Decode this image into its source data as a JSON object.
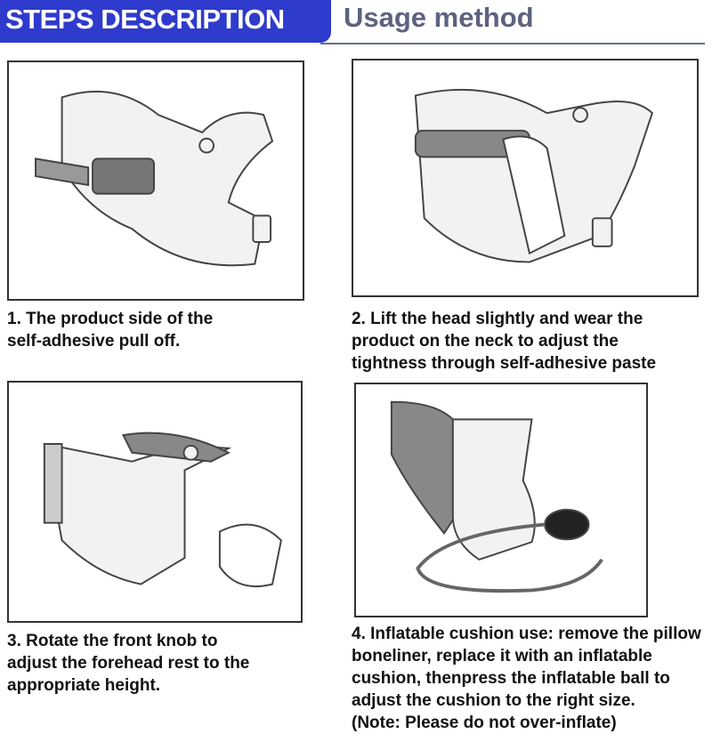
{
  "header": {
    "title": "STEPS DESCRIPTION",
    "subtitle": "Usage method"
  },
  "steps": [
    {
      "caption": [
        "1. The product side of the",
        "self-adhesive pull off."
      ]
    },
    {
      "caption": [
        "2. Lift the head slightly and wear the",
        "product on the neck to adjust the",
        "tightness through self-adhesive paste"
      ]
    },
    {
      "caption": [
        "3. Rotate the front knob to",
        "adjust the forehead rest to the",
        "appropriate height."
      ]
    },
    {
      "caption": [
        "4. Inflatable cushion use: remove the pillow",
        "boneliner, replace it with an inflatable",
        "cushion, thenpress the inflatable ball to",
        "adjust the cushion to the right size.",
        "(Note: Please do not over-inflate)"
      ]
    }
  ]
}
